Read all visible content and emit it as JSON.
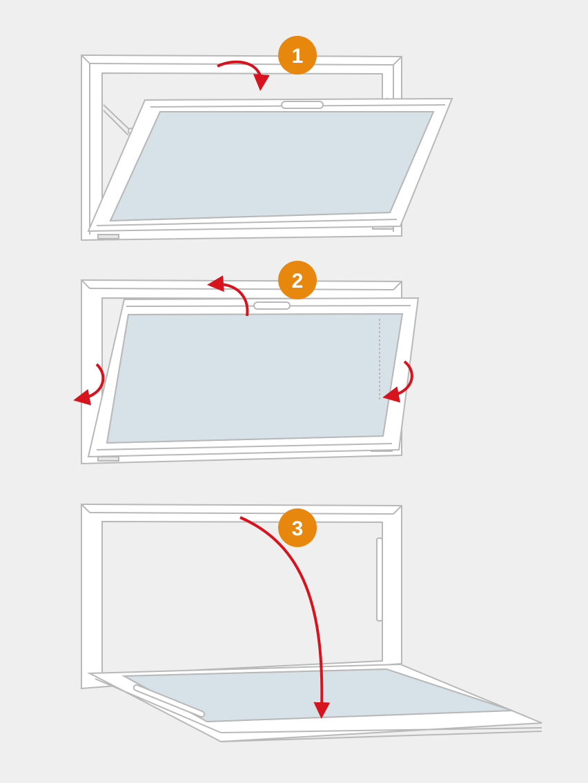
{
  "colors": {
    "background": "#efefef",
    "frame_fill": "#ffffff",
    "frame_stroke": "#b8b8b8",
    "glass": "#d7e1e8",
    "arrow_red": "#d7141d",
    "badge_orange": "#e8870e"
  },
  "steps": [
    {
      "number": "1",
      "action_icon": "curved-arrow-down-icon"
    },
    {
      "number": "2",
      "action_icon": "curved-arrow-up-icon"
    },
    {
      "number": "3",
      "action_icon": "long-arrow-down-icon"
    }
  ]
}
